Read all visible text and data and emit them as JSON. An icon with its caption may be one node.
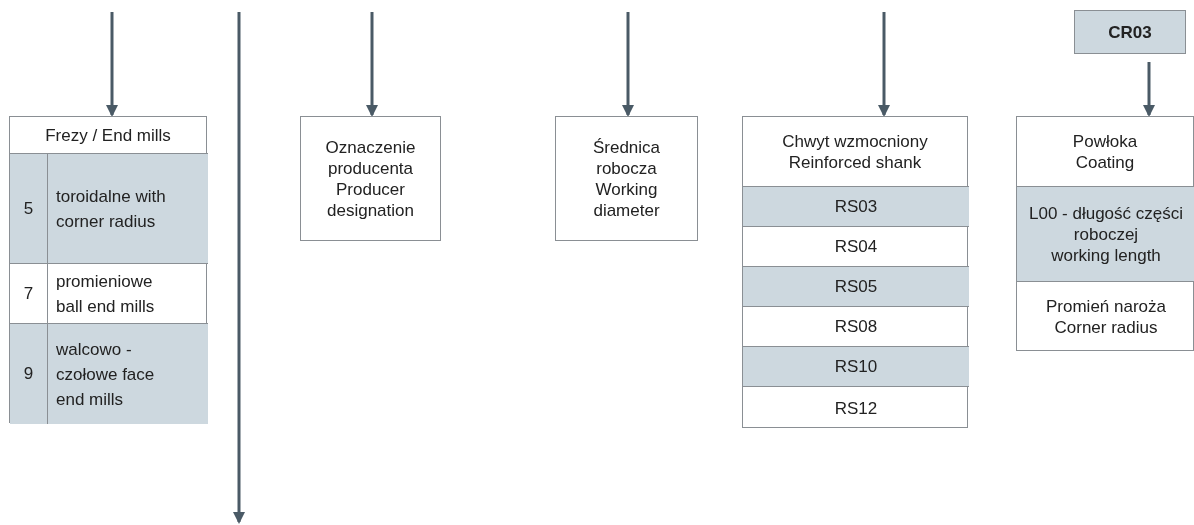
{
  "diagram": {
    "nodes": [
      {
        "text": [
          "Frezy / End mills"
        ]
      },
      {
        "text": [
          "5",
          "toroidalne with corner radius"
        ],
        "in": 0
      },
      {
        "text": [
          "7",
          "promieniowe ball end mills"
        ],
        "in": 0
      },
      {
        "text": [
          "9",
          "walcowo - czołowe face end mills"
        ],
        "in": 0
      },
      {
        "text": [
          "Oznaczenie producenta",
          "Producer designation"
        ]
      },
      {
        "text": [
          "Średnica robocza",
          "Working diameter"
        ]
      },
      {
        "text": [
          "Chwyt wzmocniony",
          "Reinforced shank"
        ]
      },
      {
        "text": [
          "RS03"
        ],
        "in": 6
      },
      {
        "text": [
          "RS04"
        ],
        "in": 6
      },
      {
        "text": [
          "RS05"
        ],
        "in": 6
      },
      {
        "text": [
          "RS08"
        ],
        "in": 6
      },
      {
        "text": [
          "RS10"
        ],
        "in": 6
      },
      {
        "text": [
          "RS12"
        ],
        "in": 6
      },
      {
        "text": [
          "CR03"
        ]
      },
      {
        "text": [
          "Powłoka",
          "Coating"
        ]
      },
      {
        "text": [
          "L00 - długość części roboczej",
          "working length"
        ],
        "in": 14
      },
      {
        "text": [
          "Promień naroża",
          "Corner radius"
        ],
        "in": 14
      }
    ],
    "edges": [
      {
        "from": null,
        "to": 0,
        "arrow": "to"
      },
      {
        "from": null,
        "to": 4,
        "arrow": "to"
      },
      {
        "from": null,
        "to": 5,
        "arrow": "to"
      },
      {
        "from": null,
        "to": 6,
        "arrow": "to"
      },
      {
        "from": 13,
        "to": 14,
        "arrow": "to"
      }
    ]
  }
}
